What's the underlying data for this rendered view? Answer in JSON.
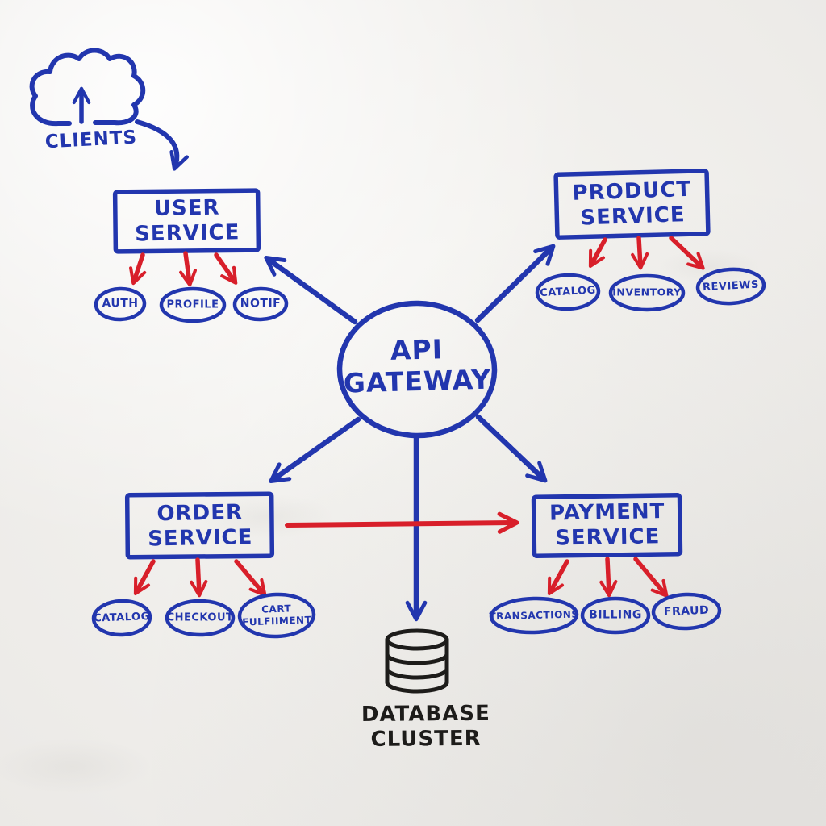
{
  "colors": {
    "marker_blue": "#2236ae",
    "marker_red": "#d81f2a",
    "marker_black": "#1d1c1a",
    "board_light": "#f6f5f2",
    "board_dark": "#ebe9e6"
  },
  "nodes": {
    "clients": "CLIENTS",
    "user_service": "USER\nSERVICE",
    "product_service": "PRODUCT\nSERVICE",
    "api_gateway": "API\nGATEWAY",
    "order_service": "ORDER\nSERVICE",
    "payment_service": "PAYMENT\nSERVICE",
    "database_cluster": "DATABASE\nCLUSTER"
  },
  "children": {
    "user_service": [
      "AUTH",
      "PROFILE",
      "NOTIF"
    ],
    "product_service": [
      "CATALOG",
      "INVENTORY",
      "REVIEWS"
    ],
    "order_service": [
      "CATALOG",
      "CHECKOUT",
      "CART\nFULFIIMENT"
    ],
    "payment_service": [
      "TRANSACTIONS",
      "BILLING",
      "FRAUD"
    ]
  },
  "icons": {
    "clients": "cloud-upload-icon",
    "database_cluster": "database-cylinder-icon"
  },
  "edges": [
    {
      "from": "CLIENTS",
      "to": "USER SERVICE",
      "color": "blue"
    },
    {
      "from": "API GATEWAY",
      "to": "USER SERVICE",
      "color": "blue"
    },
    {
      "from": "API GATEWAY",
      "to": "PRODUCT SERVICE",
      "color": "blue"
    },
    {
      "from": "API GATEWAY",
      "to": "ORDER SERVICE",
      "color": "blue"
    },
    {
      "from": "API GATEWAY",
      "to": "PAYMENT SERVICE",
      "color": "blue"
    },
    {
      "from": "API GATEWAY",
      "to": "DATABASE CLUSTER",
      "color": "blue"
    },
    {
      "from": "ORDER SERVICE",
      "to": "PAYMENT SERVICE",
      "color": "red"
    },
    {
      "from": "USER SERVICE",
      "to": "AUTH",
      "color": "red"
    },
    {
      "from": "USER SERVICE",
      "to": "PROFILE",
      "color": "red"
    },
    {
      "from": "USER SERVICE",
      "to": "NOTIF",
      "color": "red"
    },
    {
      "from": "PRODUCT SERVICE",
      "to": "CATALOG",
      "color": "red"
    },
    {
      "from": "PRODUCT SERVICE",
      "to": "INVENTORY",
      "color": "red"
    },
    {
      "from": "PRODUCT SERVICE",
      "to": "REVIEWS",
      "color": "red"
    },
    {
      "from": "ORDER SERVICE",
      "to": "CATALOG",
      "color": "red"
    },
    {
      "from": "ORDER SERVICE",
      "to": "CHECKOUT",
      "color": "red"
    },
    {
      "from": "ORDER SERVICE",
      "to": "CART FULFIIMENT",
      "color": "red"
    },
    {
      "from": "PAYMENT SERVICE",
      "to": "TRANSACTIONS",
      "color": "red"
    },
    {
      "from": "PAYMENT SERVICE",
      "to": "BILLING",
      "color": "red"
    },
    {
      "from": "PAYMENT SERVICE",
      "to": "FRAUD",
      "color": "red"
    }
  ]
}
